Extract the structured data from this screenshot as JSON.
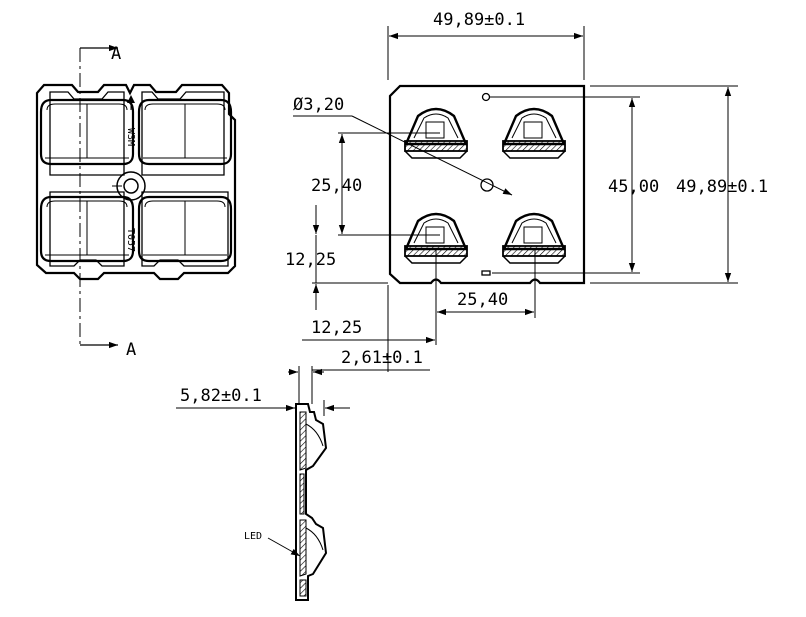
{
  "front_view": {
    "section_marker_top": "A",
    "section_marker_bottom": "A",
    "part_marks": [
      "W3M",
      "T057"
    ]
  },
  "top_view": {
    "width_label": "49,89±0.1",
    "height_label": "49,89±0.1",
    "hole_pitch_label": "45,00",
    "pin_label": "Ø3,20",
    "vertical_pitch_label": "25,40",
    "horizontal_pitch_label": "25,40",
    "y_offset_label": "12,25",
    "x_offset_label": "12,25",
    "x_small_offset_label": "2,61±0.1"
  },
  "side_view": {
    "thickness_label": "5,82±0.1",
    "led_label": "LED"
  }
}
